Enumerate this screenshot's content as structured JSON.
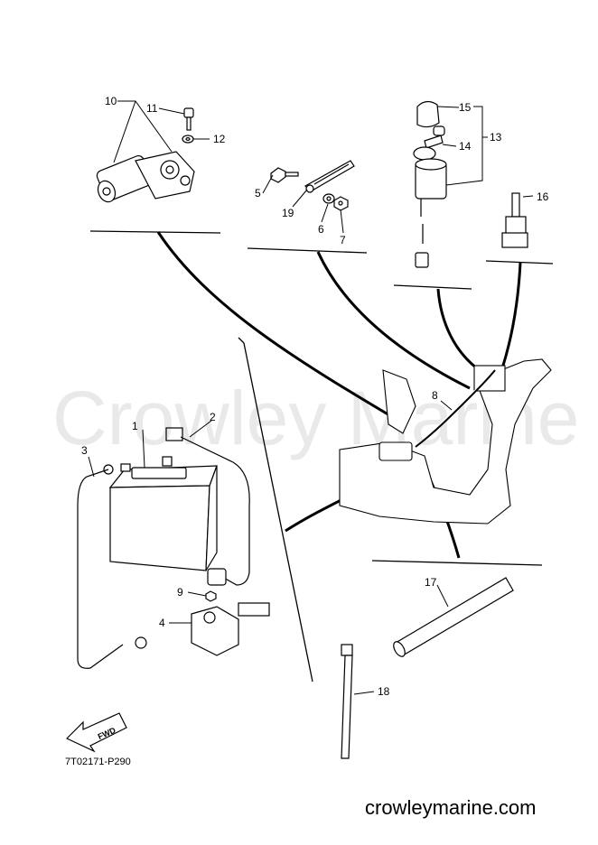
{
  "watermark": "Crowley Marine",
  "website": "crowleymarine.com",
  "drawing_code": "7T02171-P290",
  "fwd_label": "FWD",
  "callouts": {
    "c1": "1",
    "c2": "2",
    "c3": "3",
    "c4": "4",
    "c5": "5",
    "c6": "6",
    "c7": "7",
    "c8": "8",
    "c9": "9",
    "c10": "10",
    "c11": "11",
    "c12": "12",
    "c13": "13",
    "c14": "14",
    "c15": "15",
    "c16": "16",
    "c17": "17",
    "c18": "18",
    "c19": "19"
  }
}
